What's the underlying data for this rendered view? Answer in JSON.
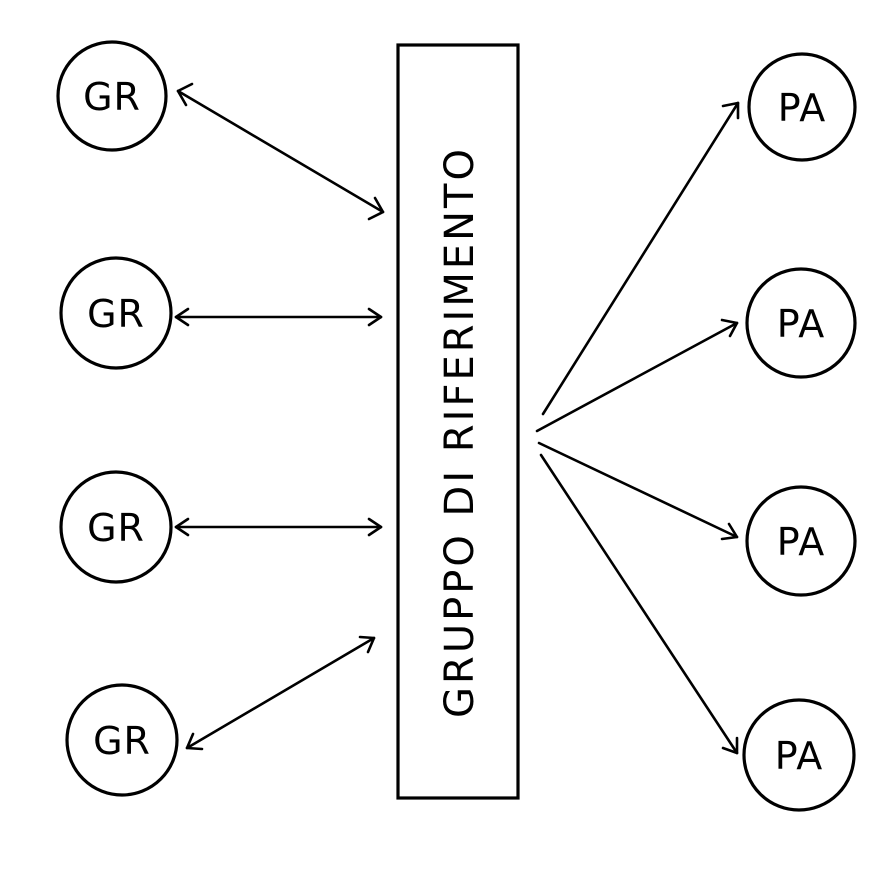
{
  "diagram": {
    "center_label": "GRUPPO DI RIFERIMENTO",
    "left_nodes": [
      "GR",
      "GR",
      "GR",
      "GR"
    ],
    "right_nodes": [
      "PA",
      "PA",
      "PA",
      "PA"
    ],
    "left_edge_type": "bidirectional",
    "right_edge_type": "directed-outward",
    "colors": {
      "stroke": "#000000",
      "background": "#ffffff"
    }
  }
}
